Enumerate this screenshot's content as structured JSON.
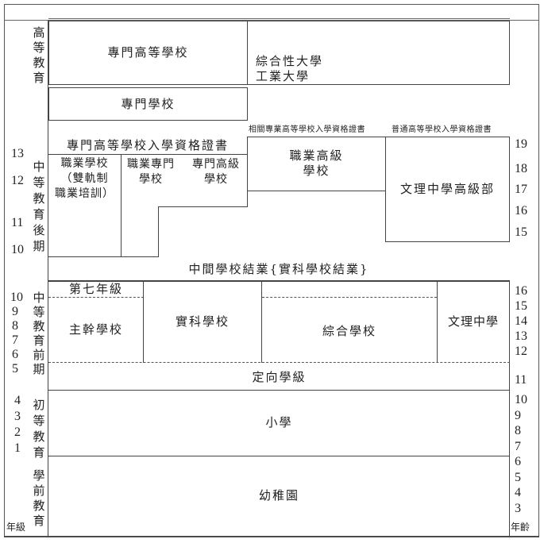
{
  "diagram": {
    "stages": {
      "higher": "高等教育",
      "upper_secondary": "中等教育後期",
      "lower_secondary": "中等教育前期",
      "primary": "初等教育",
      "preschool": "學前教育"
    },
    "axis": {
      "left_label": "年級",
      "right_label": "年齡",
      "left_grades_upper": [
        "13",
        "12",
        "11",
        "10"
      ],
      "left_grades_lower_secondary": [
        "10",
        "9",
        "8",
        "7",
        "6",
        "5"
      ],
      "left_grades_primary": [
        "4",
        "3",
        "2",
        "1"
      ],
      "right_ages_upper": [
        "19",
        "18",
        "17",
        "16",
        "15"
      ],
      "right_ages_lower_secondary": [
        "16",
        "15",
        "14",
        "13",
        "12"
      ],
      "right_age_orientation": "11",
      "right_ages_primary_preschool": [
        "10",
        "9",
        "8",
        "7",
        "6",
        "5",
        "4",
        "3"
      ]
    },
    "higher": {
      "fachhochschule": "專門高等學校",
      "university": "綜合性大學\n工業大學",
      "fachschule": "專門學校"
    },
    "certificates": {
      "fh_entrance": "專門高等學校入學資格證書",
      "related_fh_entrance": "相關專業高等學校入學資格證書",
      "general_entrance": "普通高等學校入學資格證書"
    },
    "upper_secondary": {
      "vocational_school": "職業學校\n（雙軌制\n職業培訓）",
      "vocational_special": "職業專門\n學校",
      "special_upper": "專門高級\n學校",
      "vocational_upper": "職業高級\n學校",
      "gymnasium_upper": "文理中學高級部"
    },
    "transition": "中間學校結業{實科學校結業}",
    "lower_secondary": {
      "grade7": "第七年級",
      "hauptschule": "主幹學校",
      "realschule": "實科學校",
      "gesamtschule": "綜合學校",
      "gymnasium": "文理中學"
    },
    "orientation": "定向學級",
    "primary": "小學",
    "kindergarten": "幼稚園"
  }
}
